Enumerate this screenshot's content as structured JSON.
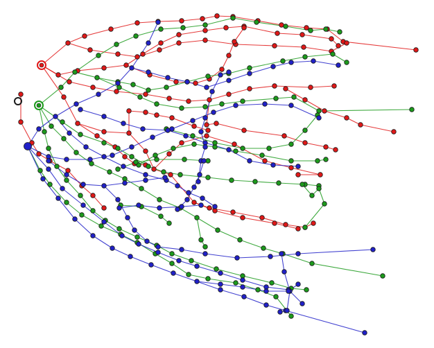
{
  "diagram": {
    "type": "node-link tree graph",
    "colors": {
      "red": "#e01818",
      "green": "#1c9a1c",
      "blue": "#2020c8",
      "outline": "#1a1a1a"
    },
    "roots": [
      {
        "name": "red-root-node",
        "color": "red",
        "style": "ring"
      },
      {
        "name": "green-root-node",
        "color": "green",
        "style": "ring"
      },
      {
        "name": "blue-root-node",
        "color": "blue",
        "style": "large-dot"
      },
      {
        "name": "black-root-node",
        "color": "outline",
        "style": "open-ring"
      }
    ],
    "series": [
      {
        "color": "red"
      },
      {
        "color": "green"
      },
      {
        "color": "blue"
      }
    ]
  }
}
